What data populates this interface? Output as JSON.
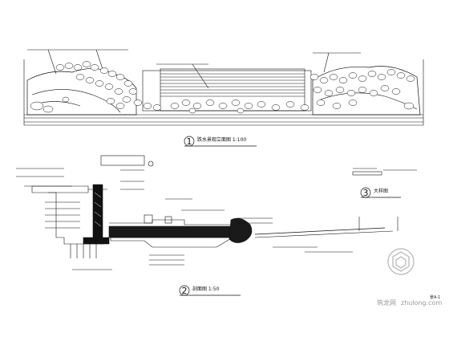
{
  "drawing": {
    "view1": {
      "number": "1",
      "caption": "跌水景观立面图 1:100"
    },
    "view2": {
      "number": "2",
      "caption": "剖面图 1:50"
    },
    "view3": {
      "number": "3",
      "caption": "大样图"
    }
  },
  "colors": {
    "line": "#111111",
    "fill_dark": "#1a1a1a",
    "watermark": "#9a9a9a"
  },
  "watermark": {
    "logo": "筑龙网",
    "url": "zhulong.com"
  },
  "corner_tag": "景A-1"
}
